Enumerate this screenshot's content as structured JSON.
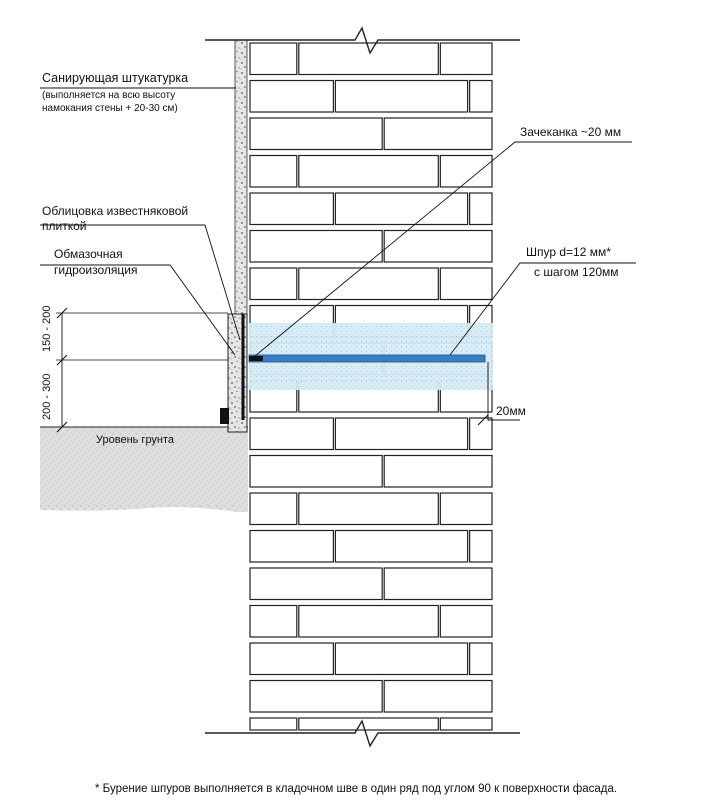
{
  "labels": {
    "plaster_title": "Санирующая штукатурка",
    "plaster_note_1": "(выполняется на всю высоту",
    "plaster_note_2": "намокания стены + 20-30 см)",
    "groove": "Зачеканка ~20 мм",
    "cladding_1": "Облицовка известняковой",
    "cladding_2": "плиткой",
    "coating_1": "Обмазочная",
    "coating_2": "гидроизоляция",
    "hole_1": "Шпур d=12 мм*",
    "hole_2": "с шагом 120мм",
    "dim_150_200": "150 - 200",
    "dim_200_300": "200 - 300",
    "dim_20mm": "20мм",
    "ground": "Уровень грунта",
    "footnote": "* Бурение шпуров выполняется в кладочном шве в один ряд под углом 90 к поверхности фасада."
  },
  "colors": {
    "injection_zone": "#cfe6f2",
    "injection_tube": "#3a7ec6",
    "plaster": "#c9c9c9",
    "ground": "#d9d9d9"
  },
  "icons": [
    "wall-break-icon-top",
    "wall-break-icon-bottom"
  ]
}
